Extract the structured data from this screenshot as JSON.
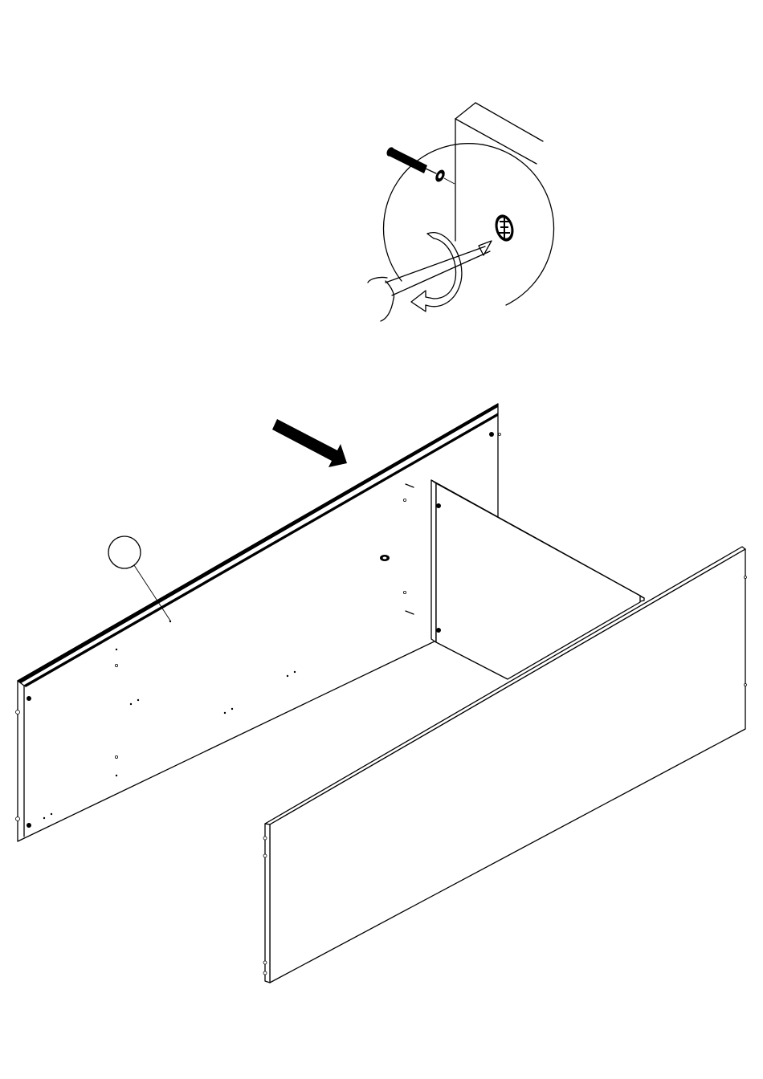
{
  "diagram": {
    "type": "assembly-instruction-step",
    "detail_view": {
      "parts": [
        "cam-dowel",
        "cam-lock",
        "screwdriver"
      ],
      "action": "rotate-clockwise"
    },
    "main_view": {
      "panels": [
        "back-panel",
        "side-panel",
        "front-panel"
      ],
      "callout": {
        "label": ""
      },
      "direction_arrow": "insert-direction"
    },
    "colors": {
      "line": "#000000",
      "background": "#ffffff"
    }
  }
}
